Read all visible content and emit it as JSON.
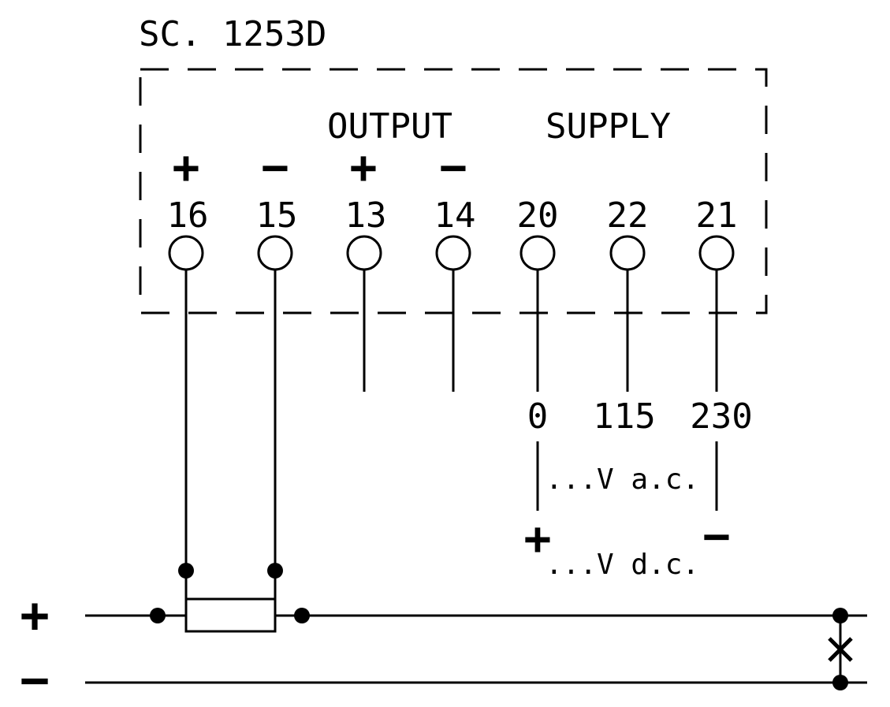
{
  "model": "SC. 1253D",
  "group_labels": {
    "output": "OUTPUT",
    "supply": "SUPPLY"
  },
  "terminals": [
    {
      "number": "16",
      "polarity": "+"
    },
    {
      "number": "15",
      "polarity": "−"
    },
    {
      "number": "13",
      "polarity": "+"
    },
    {
      "number": "14",
      "polarity": "−"
    },
    {
      "number": "20",
      "polarity": ""
    },
    {
      "number": "22",
      "polarity": ""
    },
    {
      "number": "21",
      "polarity": ""
    }
  ],
  "supply_voltages": [
    "0",
    "115",
    "230"
  ],
  "ac_label": "...V a.c.",
  "dc_label": "...V d.c.",
  "dc_plus": "+",
  "dc_minus": "−",
  "bus_plus": "+",
  "bus_minus": "−"
}
